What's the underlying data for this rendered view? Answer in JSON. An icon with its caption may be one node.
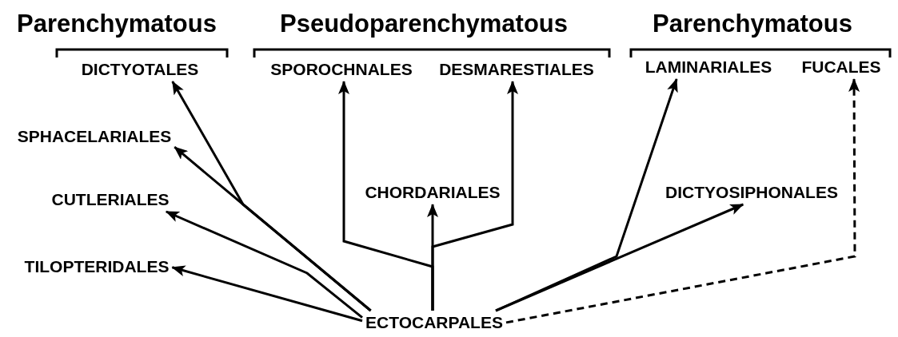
{
  "diagram": {
    "nodes": [
      {
        "text": [
          "DICTYOTALES"
        ]
      },
      {
        "text": [
          "SPOROCHNALES"
        ]
      },
      {
        "text": [
          "DESMARESTIALES"
        ]
      },
      {
        "text": [
          "LAMINARIALES"
        ]
      },
      {
        "text": [
          "FUCALES"
        ]
      },
      {
        "text": [
          "SPHACELARIALES"
        ]
      },
      {
        "text": [
          "CHORDARIALES"
        ]
      },
      {
        "text": [
          "DICTYOSIPHONALES"
        ]
      },
      {
        "text": [
          "CUTLERIALES"
        ]
      },
      {
        "text": [
          "TILOPTERIDALES"
        ]
      },
      {
        "text": [
          "ECTOCARPALES"
        ]
      }
    ],
    "edges": [
      {
        "from": 10,
        "to": 0,
        "arrow": "to"
      },
      {
        "from": 10,
        "to": 5,
        "arrow": "to"
      },
      {
        "from": 10,
        "to": 8,
        "arrow": "to"
      },
      {
        "from": 10,
        "to": 9,
        "arrow": "to"
      },
      {
        "from": 10,
        "to": 1,
        "arrow": "to"
      },
      {
        "from": 10,
        "to": 6,
        "arrow": "to"
      },
      {
        "from": 10,
        "to": 2,
        "arrow": "to"
      },
      {
        "from": 10,
        "to": 3,
        "arrow": "to"
      },
      {
        "from": 10,
        "to": 7,
        "arrow": "to"
      },
      {
        "from": 10,
        "to": 4,
        "arrow": "to",
        "style": "dashed"
      }
    ],
    "labels": [
      "Parenchymatous",
      "Pseudoparenchymatous",
      "Parenchymatous"
    ]
  }
}
